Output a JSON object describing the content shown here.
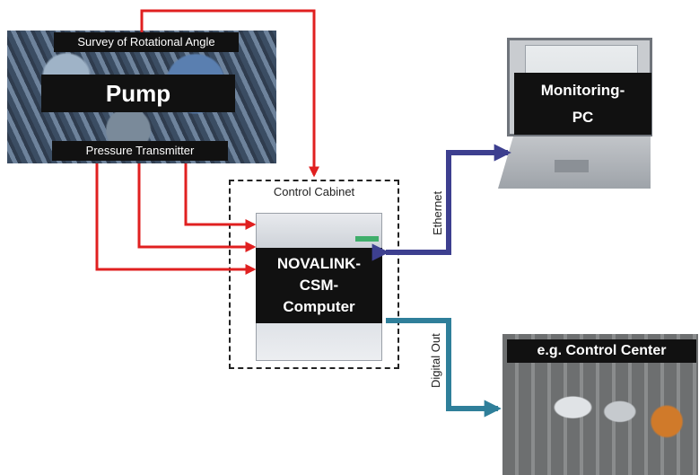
{
  "pump": {
    "survey_label": "Survey of Rotational Angle",
    "title": "Pump",
    "pressure_label": "Pressure Transmitter"
  },
  "cabinet": {
    "label": "Control Cabinet",
    "computer_lines": [
      "NOVALINK-",
      "CSM-",
      "Computer"
    ]
  },
  "monitoring": {
    "lines": [
      "Monitoring-",
      "PC"
    ]
  },
  "control_center": {
    "label": "e.g. Control Center"
  },
  "links": {
    "ethernet": "Ethernet",
    "digital_out": "Digital Out"
  },
  "colors": {
    "sensor_lines": "#e02020",
    "ethernet": "#3d3f8f",
    "digital_out": "#2f7f9a",
    "label_bg": "#111111"
  }
}
